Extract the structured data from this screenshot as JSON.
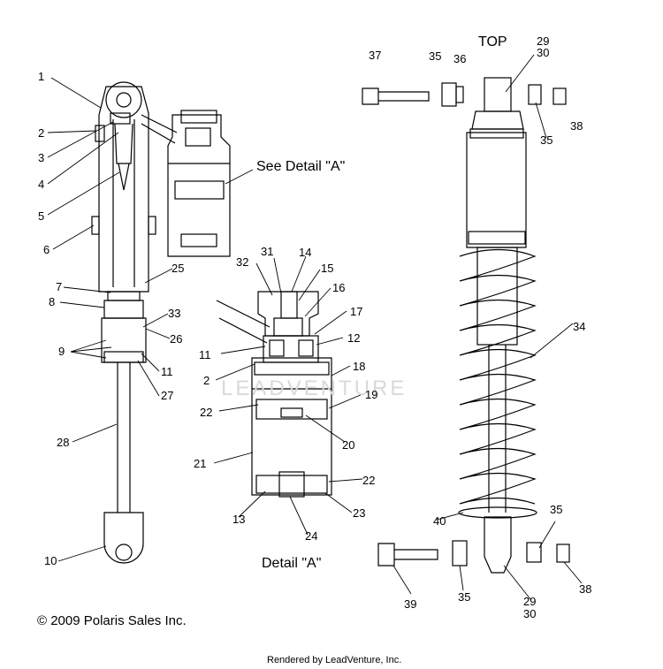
{
  "headings": {
    "top": "TOP",
    "see_detail": "See Detail \"A\"",
    "detail_a": "Detail \"A\""
  },
  "watermark": "LEADVENTURE",
  "copyright": "© 2009 Polaris Sales Inc.",
  "rendered_by": "Rendered by LeadVenture, Inc.",
  "callouts": {
    "c1": "1",
    "c2": "2",
    "c3": "3",
    "c4": "4",
    "c5": "5",
    "c6": "6",
    "c7": "7",
    "c8": "8",
    "c9": "9",
    "c10": "10",
    "c25": "25",
    "c26": "26",
    "c27": "27",
    "c28": "28",
    "c33": "33",
    "c11": "11",
    "d31": "31",
    "d32": "32",
    "d14": "14",
    "d15": "15",
    "d16": "16",
    "d17": "17",
    "d12": "12",
    "d11": "11",
    "d2": "2",
    "d18": "18",
    "d22a": "22",
    "d19": "19",
    "d20": "20",
    "d21": "21",
    "d22b": "22",
    "d13": "13",
    "d23": "23",
    "d24": "24",
    "r37": "37",
    "r35a": "35",
    "r36": "36",
    "r29a": "29",
    "r30a": "30",
    "r35b": "35",
    "r38a": "38",
    "r34": "34",
    "r40": "40",
    "r35c": "35",
    "r38b": "38",
    "r39": "39",
    "r35d": "35",
    "r29b": "29",
    "r30b": "30"
  }
}
